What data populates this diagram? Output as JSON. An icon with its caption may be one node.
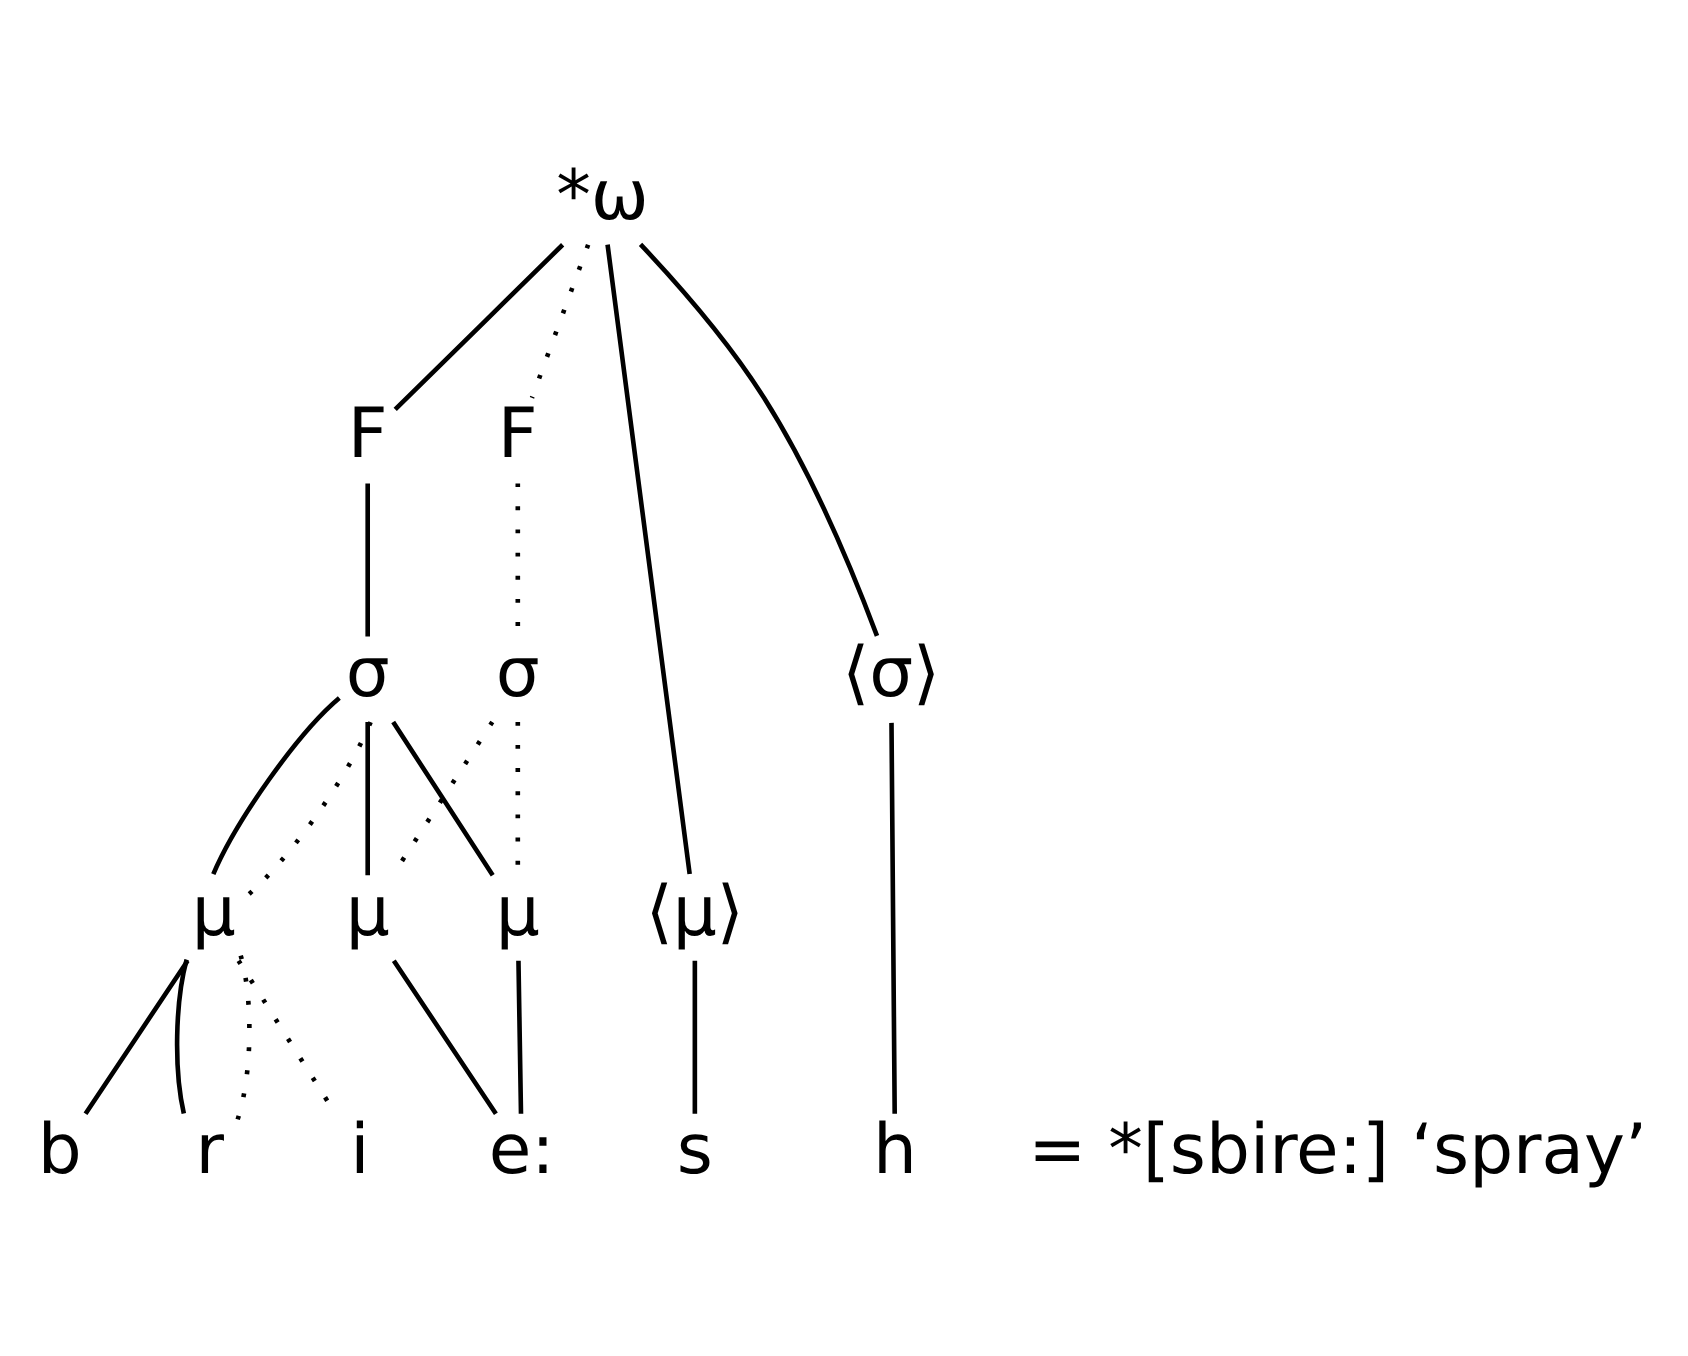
{
  "diagram": {
    "nodes": [
      {
        "text": [
          "*ω"
        ]
      },
      {
        "text": [
          "F"
        ]
      },
      {
        "text": [
          "F"
        ]
      },
      {
        "text": [
          "⟨μ⟩"
        ]
      },
      {
        "text": [
          "σ"
        ]
      },
      {
        "text": [
          "σ"
        ]
      },
      {
        "text": [
          "⟨σ⟩"
        ]
      },
      {
        "text": [
          "μ"
        ]
      },
      {
        "text": [
          "μ"
        ]
      },
      {
        "text": [
          "μ"
        ]
      },
      {
        "text": [
          "s"
        ]
      },
      {
        "text": [
          "b"
        ]
      },
      {
        "text": [
          "r"
        ]
      },
      {
        "text": [
          "e:"
        ]
      },
      {
        "text": [
          "h"
        ]
      },
      {
        "text": [
          "i"
        ]
      }
    ],
    "edges": [
      {
        "from": 0,
        "to": 3,
        "arrow": "none"
      },
      {
        "from": 0,
        "to": 1,
        "arrow": "none"
      },
      {
        "from": 0,
        "to": 2,
        "arrow": "none",
        "style": "dashed"
      },
      {
        "from": 0,
        "to": 6,
        "arrow": "none"
      },
      {
        "from": 1,
        "to": 4,
        "arrow": "none"
      },
      {
        "from": 2,
        "to": 5,
        "arrow": "none",
        "style": "dashed"
      },
      {
        "from": 3,
        "to": 10,
        "arrow": "none"
      },
      {
        "from": 4,
        "to": 7,
        "arrow": "none"
      },
      {
        "from": 4,
        "to": 7,
        "arrow": "none",
        "style": "dashed"
      },
      {
        "from": 4,
        "to": 8,
        "arrow": "none"
      },
      {
        "from": 4,
        "to": 9,
        "arrow": "none"
      },
      {
        "from": 5,
        "to": 8,
        "arrow": "none",
        "style": "dashed"
      },
      {
        "from": 5,
        "to": 9,
        "arrow": "none",
        "style": "dashed"
      },
      {
        "from": 6,
        "to": 14,
        "arrow": "none"
      },
      {
        "from": 7,
        "to": 11,
        "arrow": "none"
      },
      {
        "from": 7,
        "to": 12,
        "arrow": "none"
      },
      {
        "from": 7,
        "to": 12,
        "arrow": "none",
        "style": "dashed"
      },
      {
        "from": 7,
        "to": 15,
        "arrow": "none",
        "style": "dashed"
      },
      {
        "from": 8,
        "to": 13,
        "arrow": "none"
      },
      {
        "from": 9,
        "to": 13,
        "arrow": "none"
      }
    ],
    "labels": [
      "= *[sbire:] ‘spray’"
    ]
  }
}
